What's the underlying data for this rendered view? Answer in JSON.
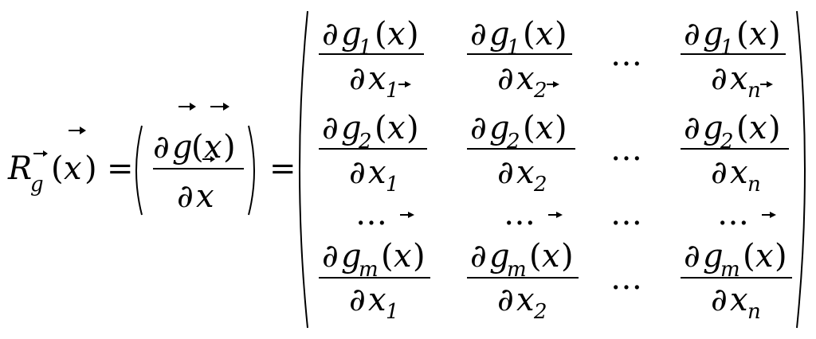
{
  "lhs": {
    "func": "R",
    "subscript": "g",
    "open": "(",
    "var": "x",
    "close": ")",
    "equals": "="
  },
  "jacobian": {
    "numerator_partial": "∂",
    "numerator_func": "g",
    "numerator_open": "(",
    "numerator_var": "x",
    "numerator_close": ")",
    "denominator_partial": "∂",
    "denominator_var": "x",
    "equals": "="
  },
  "matrix": {
    "partial": "∂",
    "func": "g",
    "var": "x",
    "open": "(",
    "close": ")",
    "ellipsis": "…",
    "row_subscripts": [
      "1",
      "2",
      "m"
    ],
    "col_subscripts": [
      "1",
      "2",
      "n"
    ]
  }
}
